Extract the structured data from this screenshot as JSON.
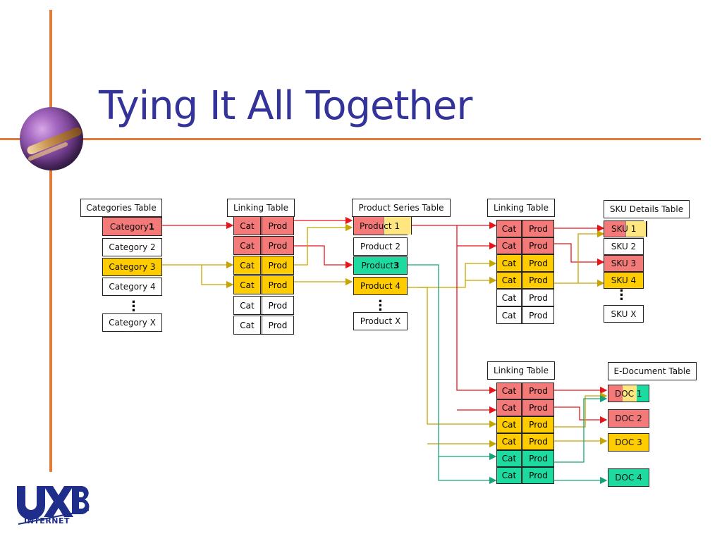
{
  "slide": {
    "title": "Tying It All Together"
  },
  "tables": {
    "categories": {
      "header": "Categories Table",
      "rows": [
        "Category ",
        "Category 2",
        "Category 3",
        "Category 4",
        "Category X"
      ],
      "row1_num": "1"
    },
    "linking1": {
      "header": "Linking Table",
      "cat": "Cat",
      "prod": "Prod"
    },
    "product_series": {
      "header": "Product Series Table",
      "rows": [
        "Product 1",
        "Product 2",
        "Product ",
        "Product 4",
        "Product X"
      ],
      "row3_num": "3"
    },
    "linking2": {
      "header": "Linking Table",
      "cat": "Cat",
      "prod": "Prod"
    },
    "sku": {
      "header": "SKU Details Table",
      "rows": [
        "SKU 1",
        "SKU 2",
        "SKU 3",
        "SKU 4",
        "SKU X"
      ]
    },
    "linking3": {
      "header": "Linking Table",
      "cat": "Cat",
      "prod": "Prod"
    },
    "edoc": {
      "header": "E-Document Table",
      "rows": [
        "DOC 1",
        "DOC 2",
        "DOC 3",
        "DOC 4"
      ]
    }
  },
  "logo": {
    "mark": "UXB",
    "text": "INTERNET"
  },
  "colors": {
    "title": "#333399",
    "accent_line": "#e07b39",
    "red": "#f47a7a",
    "yellow": "#ffcc00",
    "green": "#1ddba0",
    "arrow_red": "#e8141c",
    "arrow_yellow": "#c8a400",
    "arrow_green": "#17a37a"
  }
}
